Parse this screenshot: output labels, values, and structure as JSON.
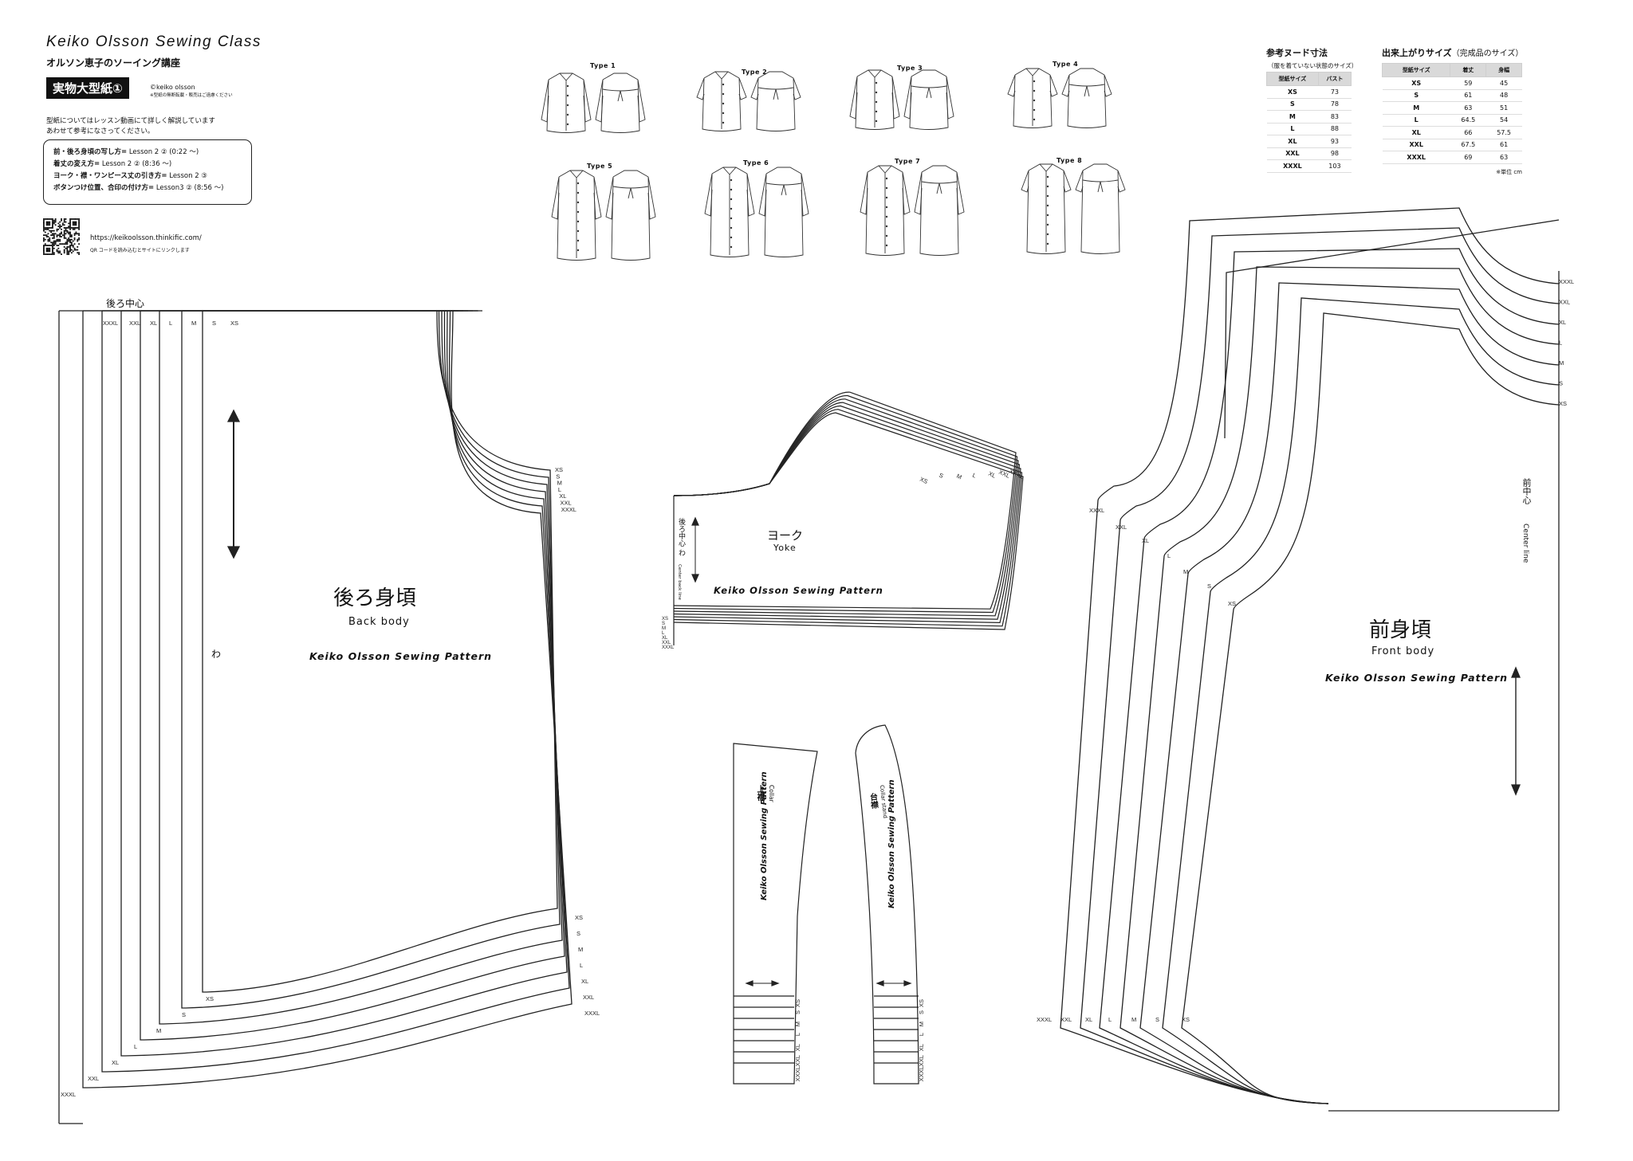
{
  "header": {
    "brand": "Keiko Olsson Sewing Class",
    "subtitle": "オルソン恵子のソーイング講座",
    "badge": "実物大型紙①",
    "copyright": "©keiko olsson",
    "copyright_note": "※型紙の無断転載・販売はご遠慮ください",
    "note_line1": "型紙についてはレッスン動画にて詳しく解説しています",
    "note_line2": "あわせて参考になさってください。",
    "lessons": [
      {
        "label": "前・後ろ身頃の写し方=",
        "ref": " Lesson 2 ② (0:22 〜)"
      },
      {
        "label": "着丈の変え方=",
        "ref": " Lesson 2 ② (8:36 〜)"
      },
      {
        "label": "ヨーク・襟・ワンピース丈の引き方=",
        "ref": " Lesson 2 ③"
      },
      {
        "label": "ボタンつけ位置、合印の付け方=",
        "ref": " Lesson3 ② (8:56 〜)"
      }
    ],
    "url": "https://keikoolsson.thinkific.com/",
    "qr_note": "QR コードを読み込むとサイトにリンクします"
  },
  "types": [
    {
      "label": "Type 1",
      "kind": "shirt-long"
    },
    {
      "label": "Type 2",
      "kind": "shirt-short"
    },
    {
      "label": "Type 3",
      "kind": "shirt-long"
    },
    {
      "label": "Type 4",
      "kind": "shirt-short"
    },
    {
      "label": "Type 5",
      "kind": "dress-long"
    },
    {
      "label": "Type 6",
      "kind": "dress-long"
    },
    {
      "label": "Type 7",
      "kind": "dress-long"
    },
    {
      "label": "Type 8",
      "kind": "dress-short"
    }
  ],
  "nude_table": {
    "title": "参考ヌード寸法",
    "sub": "（服を着ていない状態のサイズ）",
    "headers": [
      "型紙サイズ",
      "バスト"
    ],
    "rows": [
      [
        "XS",
        "73"
      ],
      [
        "S",
        "78"
      ],
      [
        "M",
        "83"
      ],
      [
        "L",
        "88"
      ],
      [
        "XL",
        "93"
      ],
      [
        "XXL",
        "98"
      ],
      [
        "XXXL",
        "103"
      ]
    ]
  },
  "finished_table": {
    "title": "出来上がりサイズ",
    "title_note": "（完成品のサイズ）",
    "headers": [
      "型紙サイズ",
      "着丈",
      "身幅"
    ],
    "rows": [
      [
        "XS",
        "59",
        "45"
      ],
      [
        "S",
        "61",
        "48"
      ],
      [
        "M",
        "63",
        "51"
      ],
      [
        "L",
        "64.5",
        "54"
      ],
      [
        "XL",
        "66",
        "57.5"
      ],
      [
        "XXL",
        "67.5",
        "61"
      ],
      [
        "XXXL",
        "69",
        "63"
      ]
    ],
    "unit": "※単位 cm"
  },
  "sizes": [
    "XS",
    "S",
    "M",
    "L",
    "XL",
    "XXL",
    "XXXL"
  ],
  "back_body": {
    "jp": "後ろ身頃",
    "en": "Back body",
    "brand": "Keiko Olsson Sewing Pattern",
    "center_label": "後ろ中心",
    "fold": "わ",
    "top_sizes": [
      "XXXL",
      "XXL",
      "XL",
      "L",
      "M",
      "S",
      "XS"
    ]
  },
  "yoke": {
    "jp": "ヨーク",
    "en": "Yoke",
    "brand": "Keiko Olsson Sewing Pattern",
    "center_jp": "後ろ中心 わ",
    "center_en": "Center back line"
  },
  "collar": {
    "jp": "上襟",
    "en": "Collar",
    "brand": "Keiko Olsson Sewing Pattern"
  },
  "collar_stand": {
    "jp": "台襟",
    "en": "Collar stand",
    "brand": "Keiko Olsson Sewing Pattern"
  },
  "front_body": {
    "jp": "前身頃",
    "en": "Front body",
    "brand": "Keiko Olsson Sewing Pattern",
    "center_jp": "前中心",
    "center_en": "Center line"
  }
}
